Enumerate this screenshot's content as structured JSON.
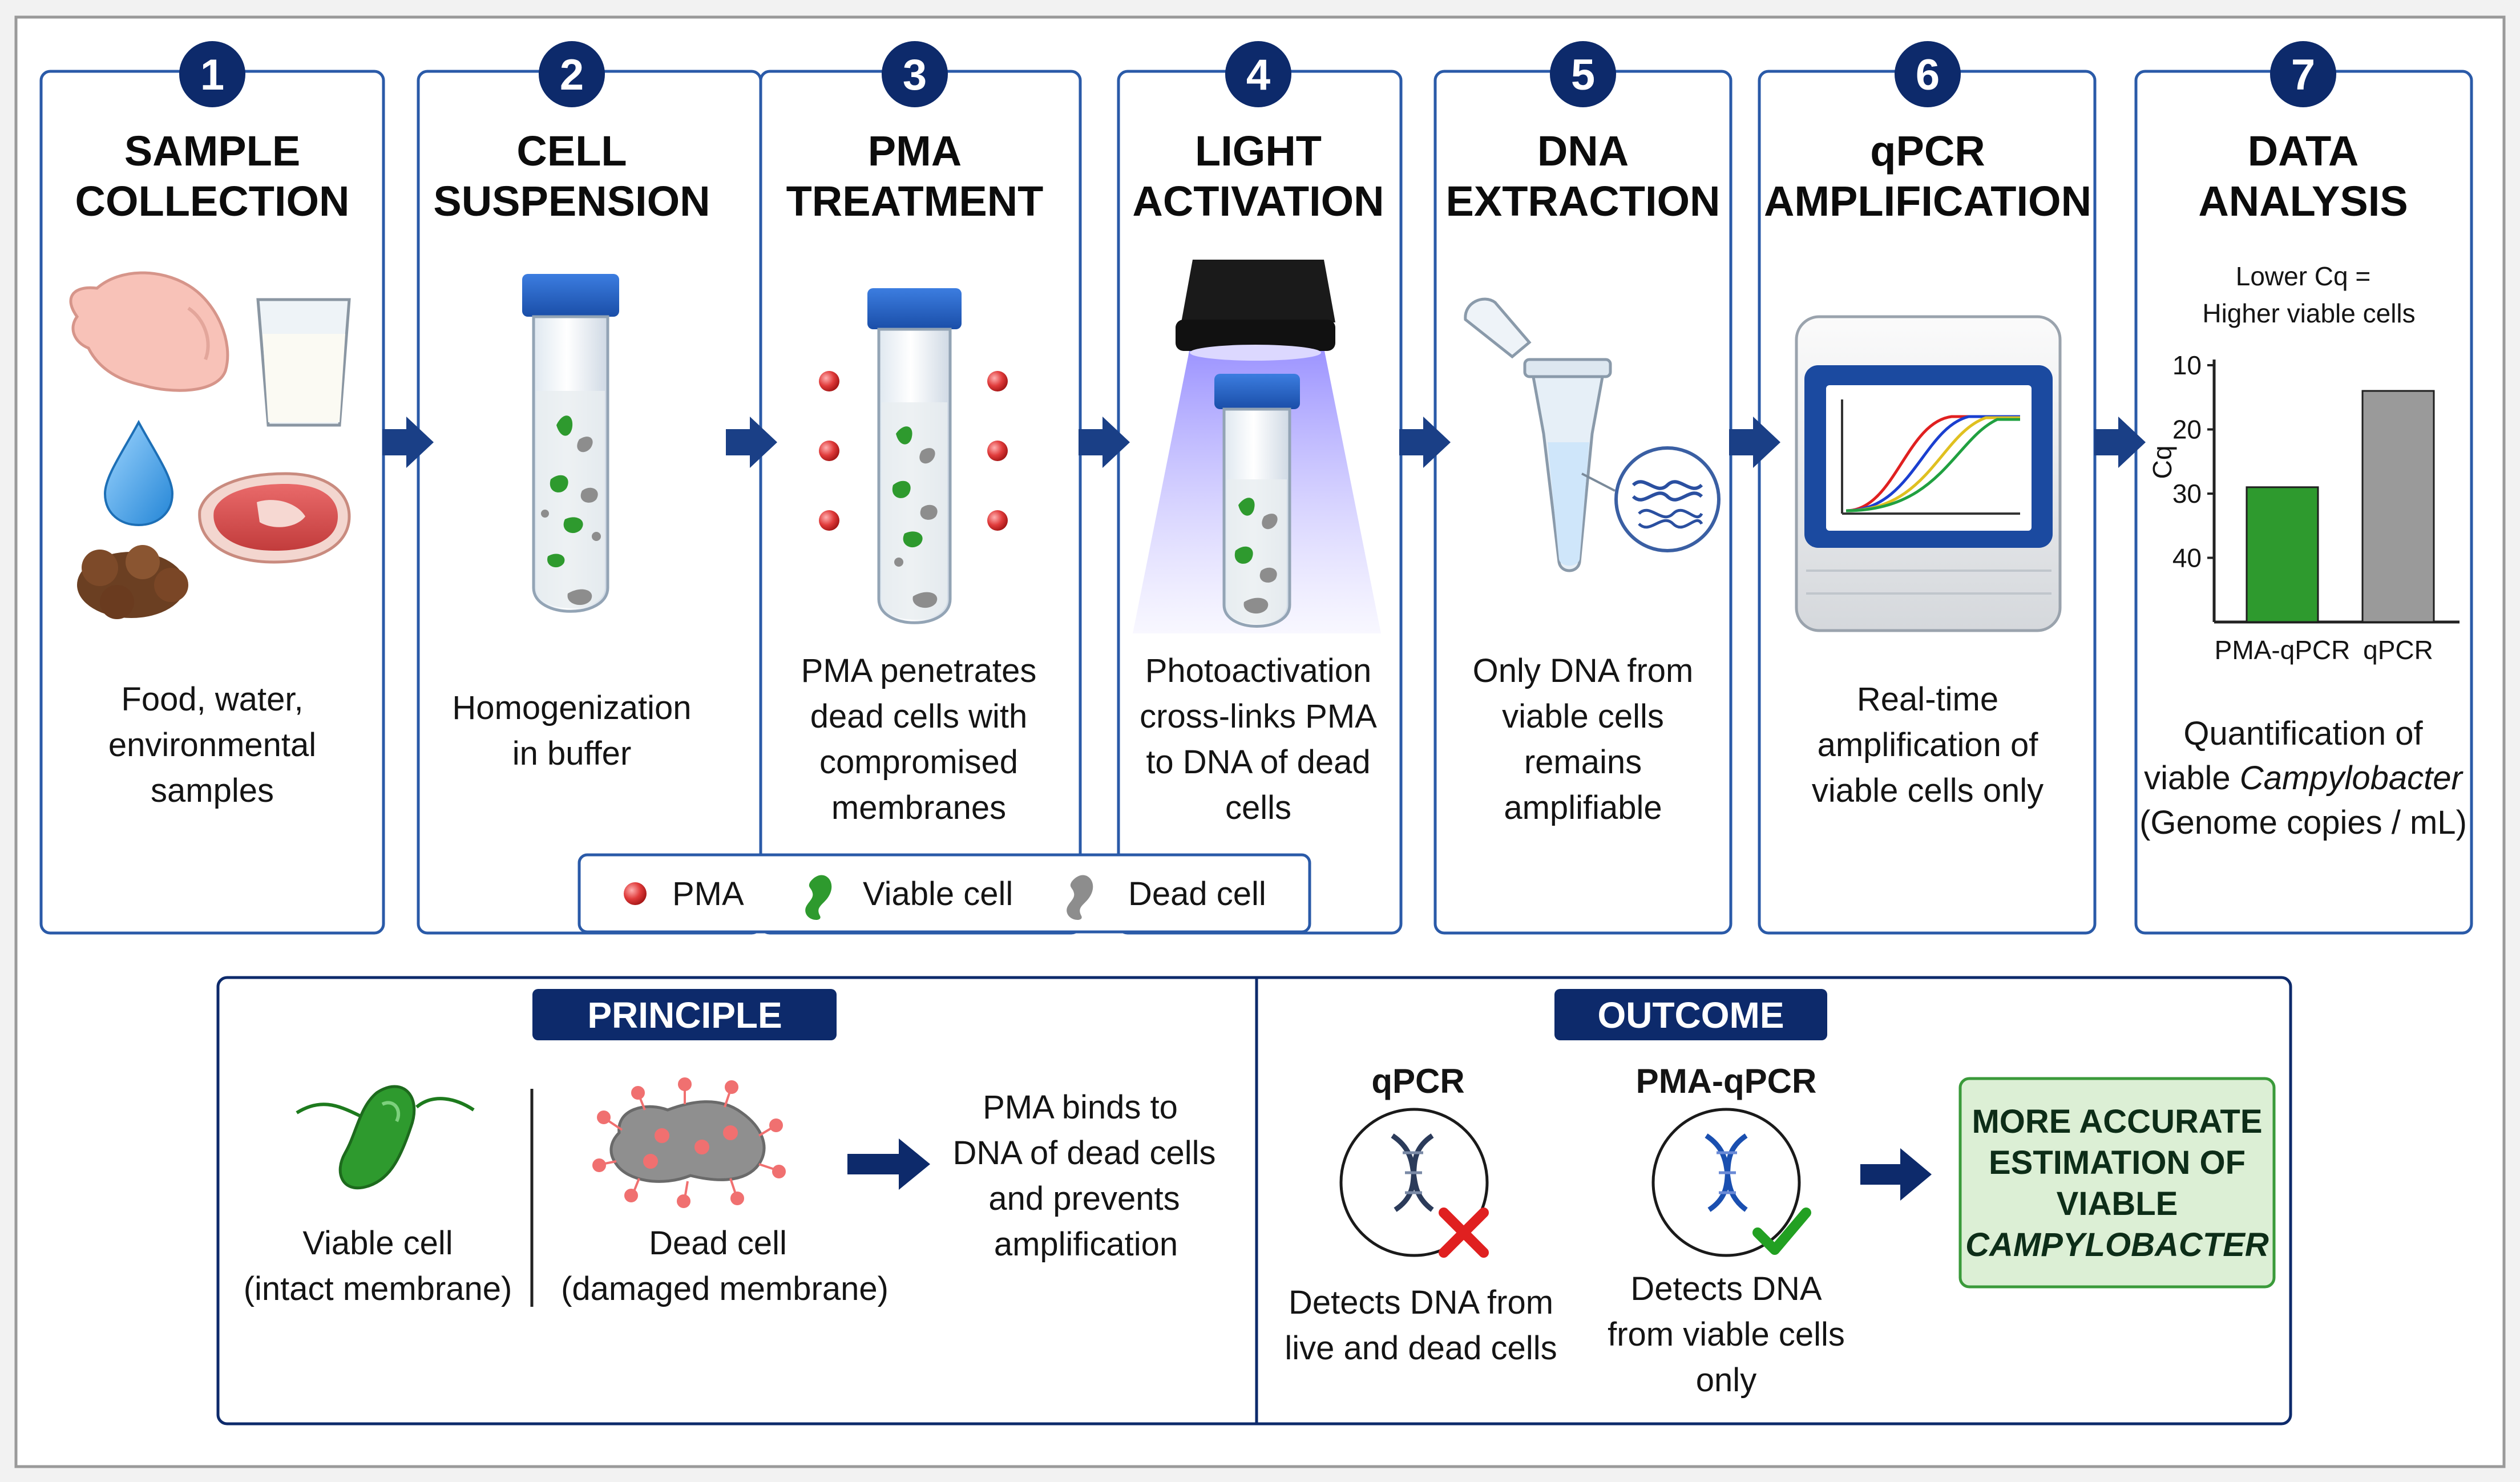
{
  "steps": [
    {
      "number": "1",
      "title_lines": [
        "SAMPLE",
        "COLLECTION"
      ],
      "desc_lines": [
        "Food, water,",
        "environmental",
        "samples"
      ]
    },
    {
      "number": "2",
      "title_lines": [
        "CELL",
        "SUSPENSION"
      ],
      "desc_lines": [
        "Homogenization",
        "in buffer"
      ]
    },
    {
      "number": "3",
      "title_lines": [
        "PMA",
        "TREATMENT"
      ],
      "desc_lines": [
        "PMA penetrates",
        "dead cells with",
        "compromised",
        "membranes"
      ]
    },
    {
      "number": "4",
      "title_lines": [
        "LIGHT",
        "ACTIVATION"
      ],
      "desc_lines": [
        "Photoactivation",
        "cross-links PMA",
        "to DNA of dead",
        "cells"
      ]
    },
    {
      "number": "5",
      "title_lines": [
        "DNA",
        "EXTRACTION"
      ],
      "desc_lines": [
        "Only DNA from",
        "viable cells",
        "remains",
        "amplifiable"
      ]
    },
    {
      "number": "6",
      "title_lines": [
        "qPCR",
        "AMPLIFICATION"
      ],
      "desc_lines": [
        "Real-time",
        "amplification of",
        "viable cells only"
      ]
    },
    {
      "number": "7",
      "title_lines": [
        "DATA",
        "ANALYSIS"
      ],
      "desc_prefix": "viable ",
      "desc_lines": [
        "Quantification of",
        "Campylobacter",
        "(Genome copies / mL)"
      ]
    }
  ],
  "legend": {
    "pma": "PMA",
    "viable": "Viable cell",
    "dead": "Dead cell"
  },
  "principle": {
    "tag": "PRINCIPLE",
    "viable_label": [
      "Viable cell",
      "(intact membrane)"
    ],
    "dead_label": [
      "Dead cell",
      "(damaged membrane)"
    ],
    "result_lines": [
      "PMA binds to",
      "DNA of dead cells",
      "and prevents",
      "amplification"
    ]
  },
  "outcome": {
    "tag": "OUTCOME",
    "qpcr_title": "qPCR",
    "qpcr_lines": [
      "Detects DNA from",
      "live and dead cells"
    ],
    "pma_title": "PMA-qPCR",
    "pma_lines": [
      "Detects DNA",
      "from viable cells",
      "only"
    ],
    "conclusion_lines": [
      "MORE ACCURATE",
      "ESTIMATION OF",
      "VIABLE",
      "CAMPYLOBACTER"
    ]
  },
  "colors": {
    "navy": "#0d2a6b",
    "viable_green": "#2e9a2e",
    "dead_gray": "#8d8d8d",
    "pma_red": "#e03b3b",
    "conclusion_fill": "#dcefd5"
  },
  "chart_data": {
    "type": "bar",
    "title_lines": [
      "Lower Cq =",
      "Higher viable cells"
    ],
    "categories": [
      "PMA-qPCR",
      "qPCR"
    ],
    "values": [
      29,
      14
    ],
    "ylabel": "Cq",
    "yticks": [
      "10",
      "20",
      "30",
      "40"
    ],
    "ylim": [
      10,
      50
    ],
    "y_inverted": true,
    "colors": [
      "#2e9a2e",
      "#9a9a9a"
    ]
  }
}
